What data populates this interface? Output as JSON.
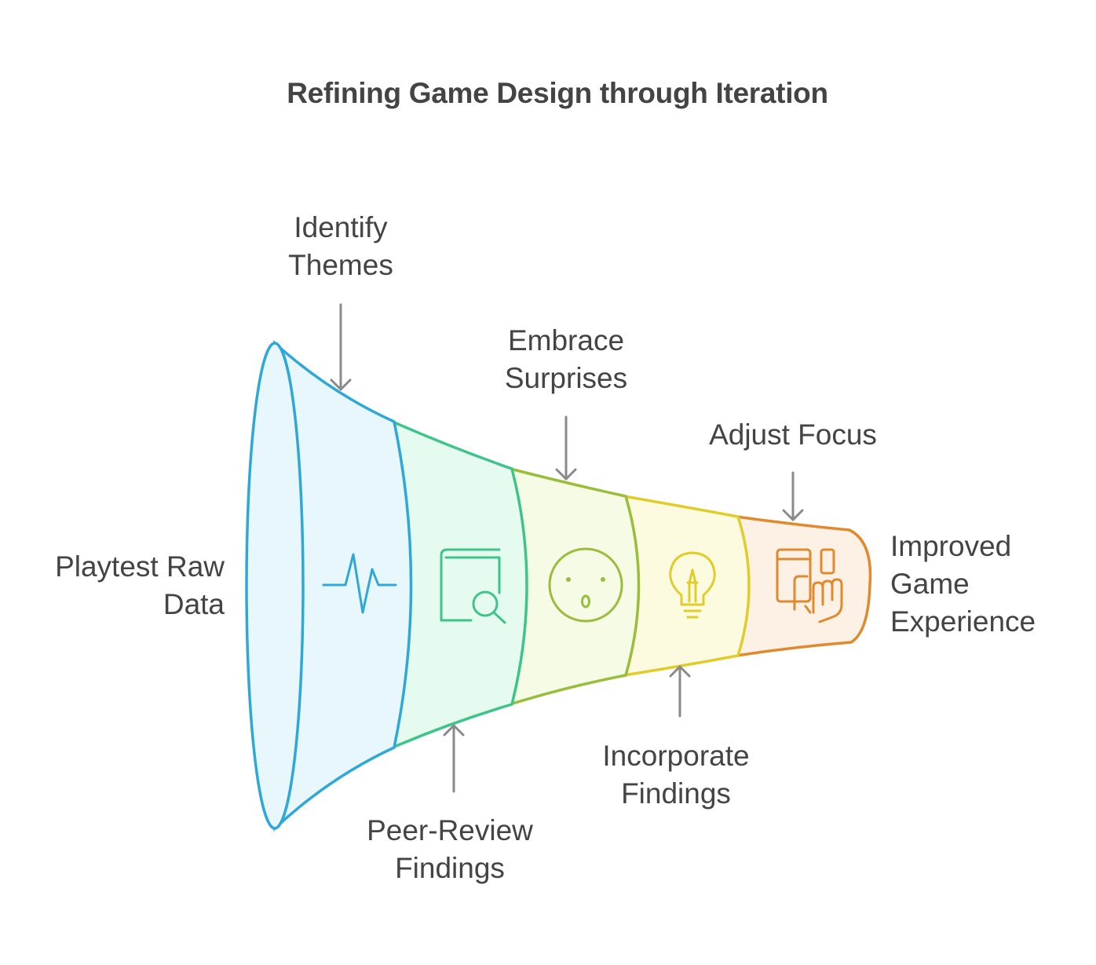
{
  "title": "Refining Game Design through Iteration",
  "input_label": [
    "Playtest Raw",
    "Data"
  ],
  "output_label": [
    "Improved",
    "Game",
    "Experience"
  ],
  "steps": [
    {
      "lines": [
        "Identify",
        "Themes"
      ],
      "position": "top",
      "icon": "pulse-icon"
    },
    {
      "lines": [
        "Peer-Review",
        "Findings"
      ],
      "position": "bottom",
      "icon": "book-search-icon"
    },
    {
      "lines": [
        "Embrace",
        "Surprises"
      ],
      "position": "top",
      "icon": "surprised-face-icon"
    },
    {
      "lines": [
        "Incorporate",
        "Findings"
      ],
      "position": "bottom",
      "icon": "lightbulb-pencil-icon"
    },
    {
      "lines": [
        "Adjust Focus"
      ],
      "position": "top",
      "icon": "devices-touch-icon"
    }
  ],
  "colors": {
    "stage1": "#2fa8d8",
    "stage2": "#3ec48a",
    "stage3": "#9abd3c",
    "stage4": "#e0cc2a",
    "stage5": "#e08a2e",
    "arrow": "#8a8a8a"
  }
}
